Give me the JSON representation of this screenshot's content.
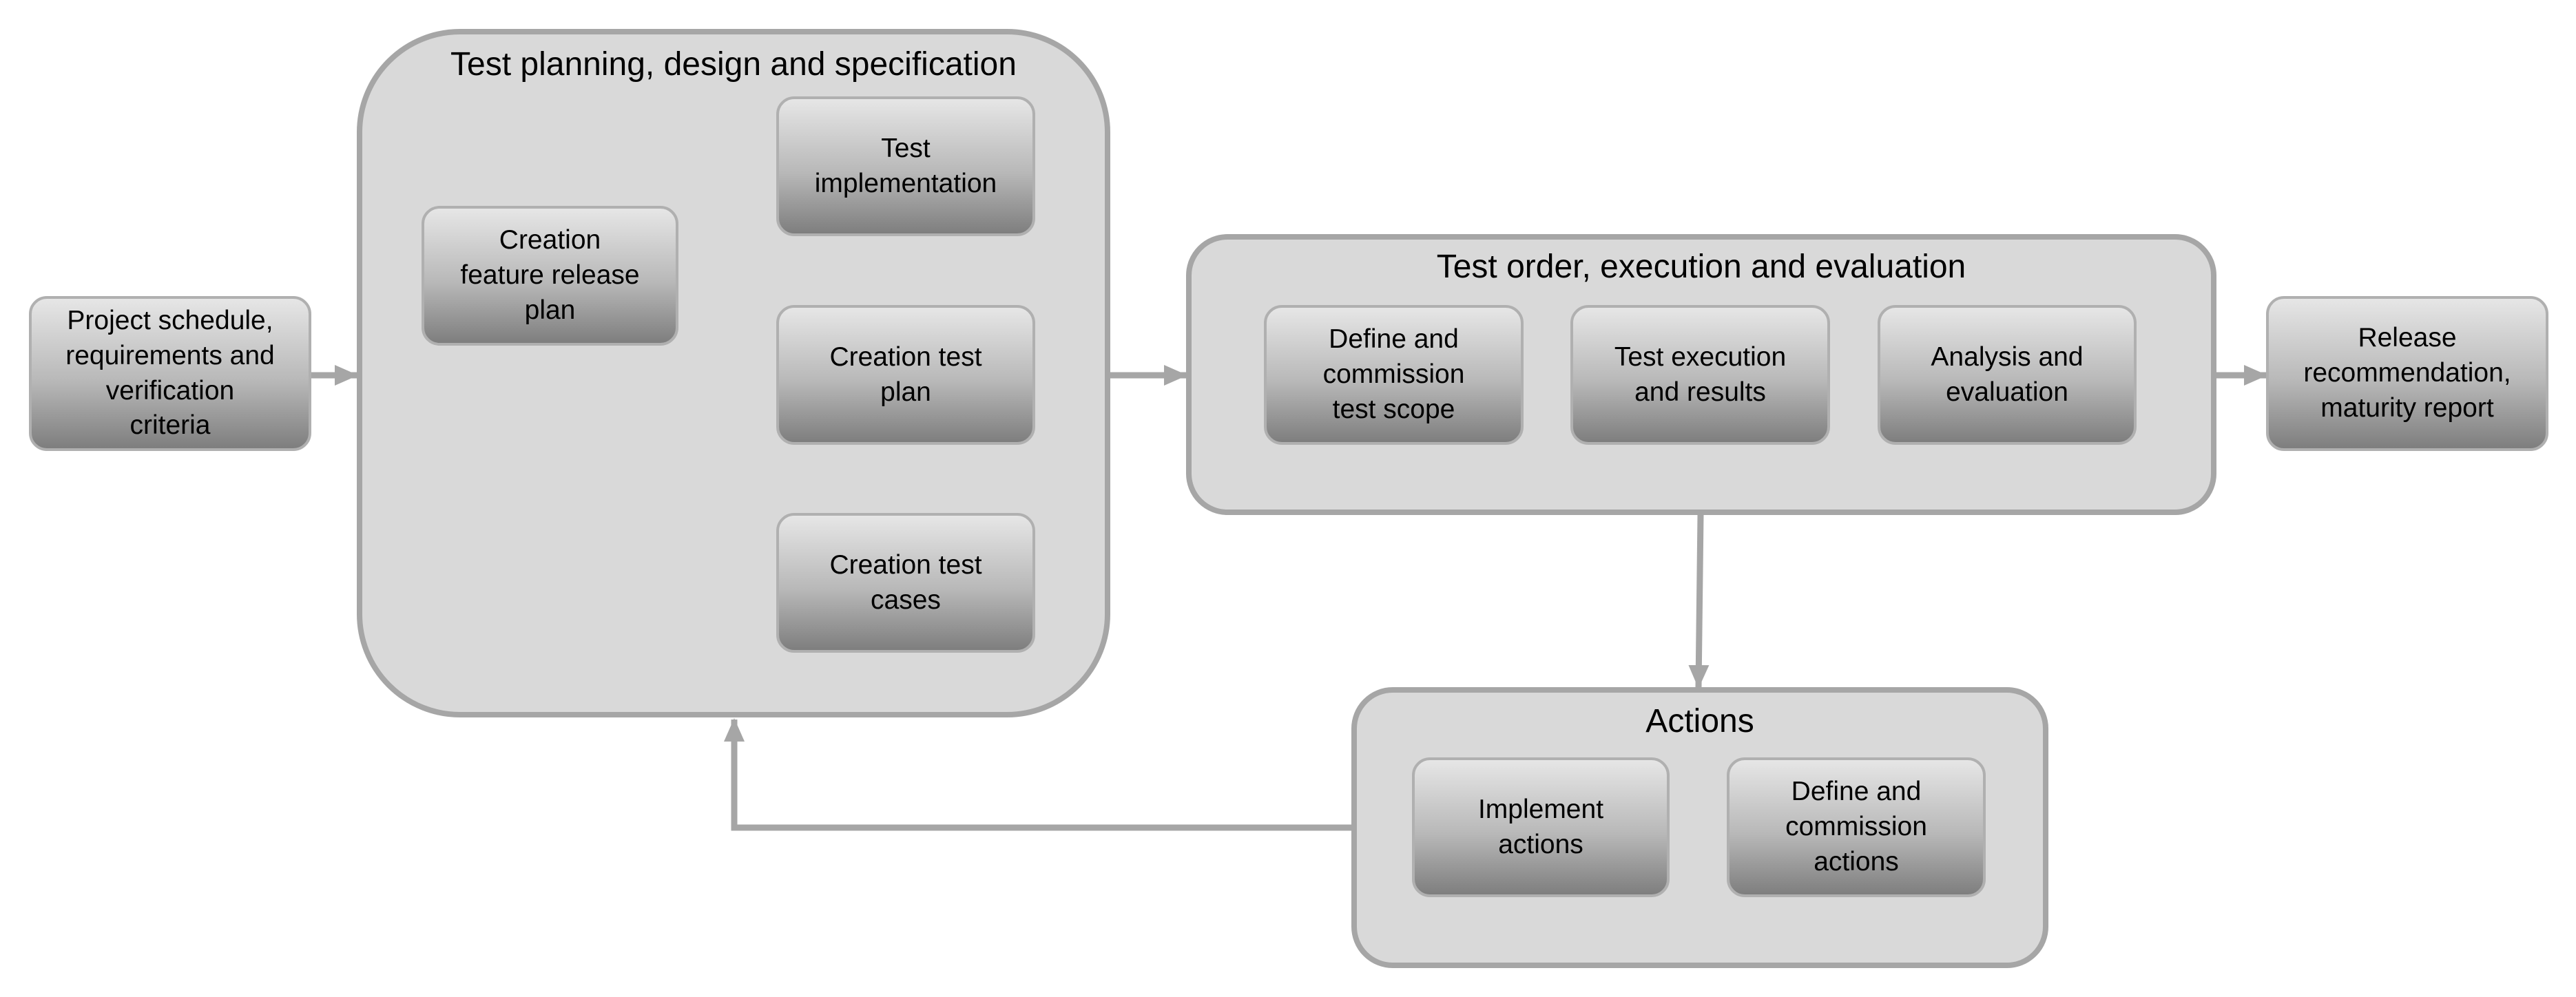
{
  "groups": {
    "planning": {
      "title": "Test planning, design and specification"
    },
    "execution": {
      "title": "Test order, execution and evaluation"
    },
    "actions": {
      "title": "Actions"
    }
  },
  "boxes": {
    "input": [
      "Project schedule,",
      "requirements and",
      "verification",
      "criteria"
    ],
    "feature_release_plan": [
      "Creation",
      "feature release",
      "plan"
    ],
    "test_implementation": [
      "Test",
      "implementation"
    ],
    "creation_test_plan": [
      "Creation test",
      "plan"
    ],
    "creation_test_cases": [
      "Creation test",
      "cases"
    ],
    "define_test_scope": [
      "Define and",
      "commission",
      "test scope"
    ],
    "test_execution": [
      "Test execution",
      "and results"
    ],
    "analysis": [
      "Analysis and",
      "evaluation"
    ],
    "release": [
      "Release",
      "recommendation,",
      "maturity report"
    ],
    "implement_actions": [
      "Implement",
      "actions"
    ],
    "define_actions": [
      "Define and",
      "commission",
      "actions"
    ]
  },
  "colors": {
    "group_fill": "#d9d9d9",
    "group_border": "#a6a6a6",
    "arrow": "#a6a6a6",
    "box_gradient_top": "#e6e6e6",
    "box_gradient_bottom": "#7e7e7e"
  }
}
